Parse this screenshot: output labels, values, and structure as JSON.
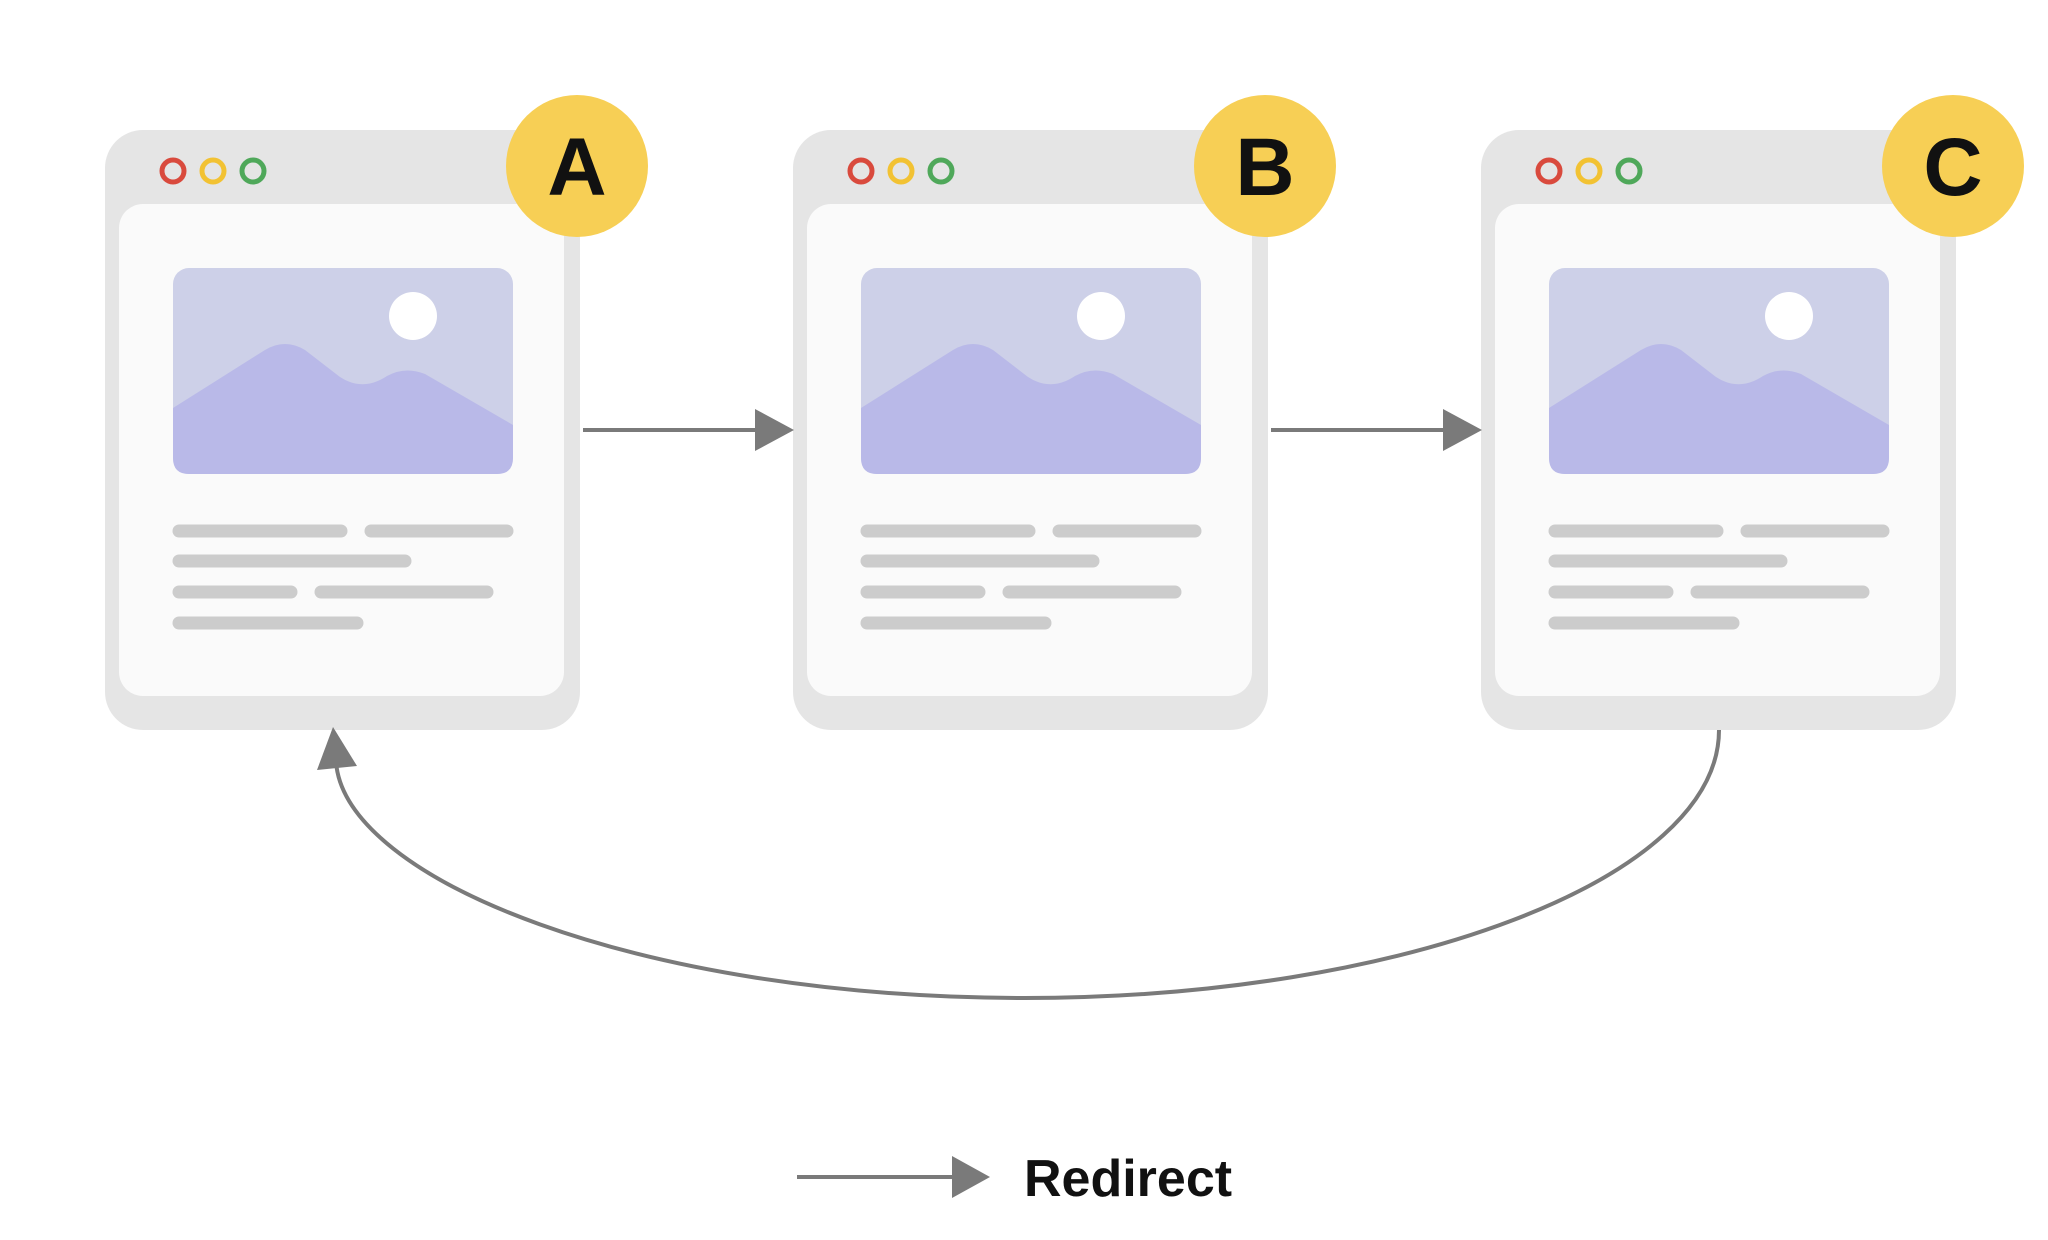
{
  "colors": {
    "frame": "#e5e5e5",
    "content_bg": "#fafafa",
    "image_bg": "#cdd0e8",
    "mountain": "#b9b9e8",
    "sun": "#ffffff",
    "text_lines": "#cccccc",
    "badge": "#f7cf55",
    "badge_text": "#111111",
    "dot_red": "#d94a3d",
    "dot_yellow": "#f2c233",
    "dot_green": "#4fa85a",
    "arrow": "#7a7a7a",
    "legend_text": "#111111"
  },
  "pages": [
    {
      "label": "A"
    },
    {
      "label": "B"
    },
    {
      "label": "C"
    }
  ],
  "edges": [
    {
      "from": "A",
      "to": "B",
      "kind": "redirect"
    },
    {
      "from": "B",
      "to": "C",
      "kind": "redirect"
    },
    {
      "from": "C",
      "to": "A",
      "kind": "redirect"
    }
  ],
  "legend": {
    "label": "Redirect"
  }
}
